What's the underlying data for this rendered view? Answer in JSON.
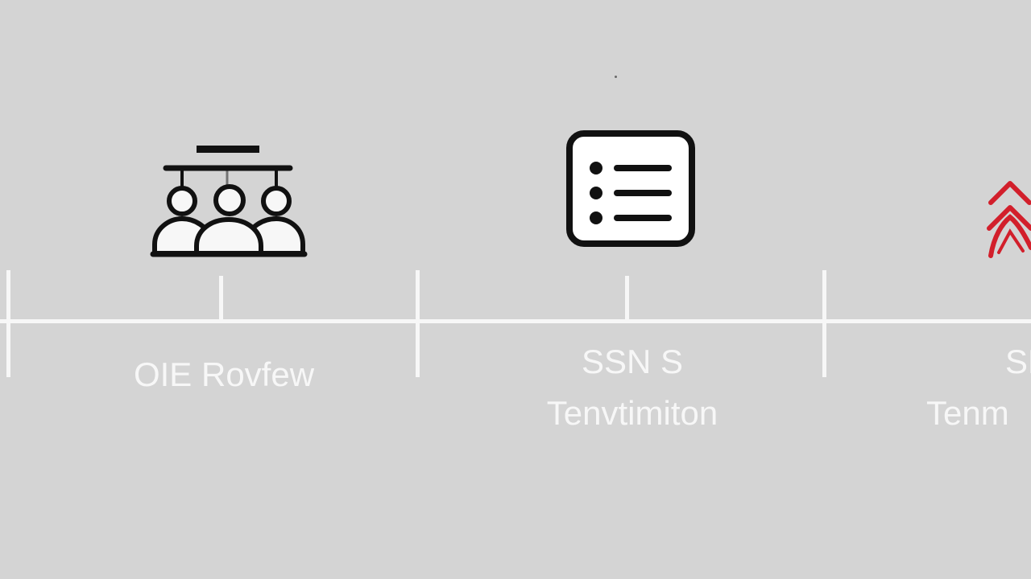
{
  "timeline": {
    "stages": [
      {
        "icon": "team-meeting-icon",
        "title": "OIE Rovfew",
        "subtitle": ""
      },
      {
        "icon": "checklist-icon",
        "title": "SSN S",
        "subtitle": "Tenvtimiton"
      },
      {
        "icon": "double-chevron-up-icon",
        "title": "SE",
        "subtitle": "Tenm"
      }
    ]
  },
  "colors": {
    "background": "#d4d4d4",
    "axis": "#f7f7f7",
    "icon_stroke": "#111111",
    "icon_fill": "#ffffff",
    "accent": "#d21f2b"
  }
}
